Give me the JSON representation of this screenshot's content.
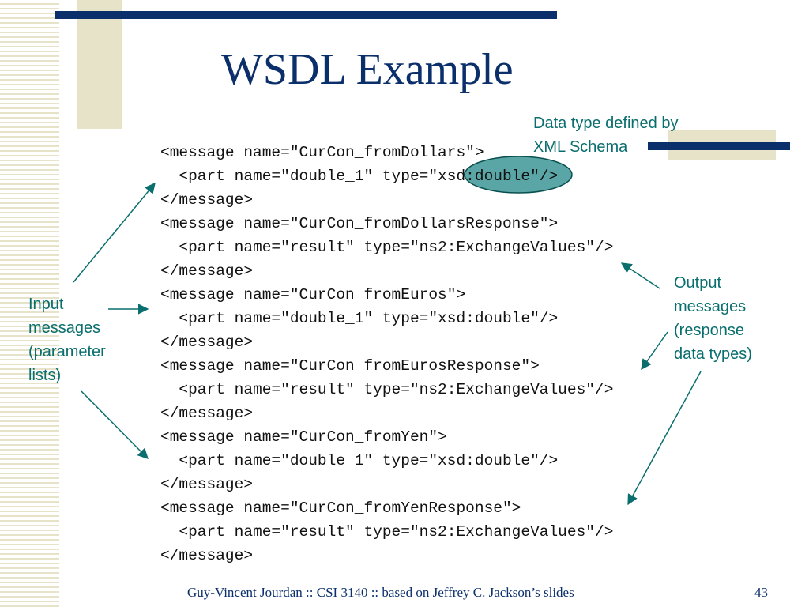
{
  "title": "WSDL Example",
  "code_lines": [
    "<message name=\"CurCon_fromDollars\">",
    "  <part name=\"double_1\" type=\"xsd:double\"/>",
    "</message>",
    "<message name=\"CurCon_fromDollarsResponse\">",
    "  <part name=\"result\" type=\"ns2:ExchangeValues\"/>",
    "</message>",
    "<message name=\"CurCon_fromEuros\">",
    "  <part name=\"double_1\" type=\"xsd:double\"/>",
    "</message>",
    "<message name=\"CurCon_fromEurosResponse\">",
    "  <part name=\"result\" type=\"ns2:ExchangeValues\"/>",
    "</message>",
    "<message name=\"CurCon_fromYen\">",
    "  <part name=\"double_1\" type=\"xsd:double\"/>",
    "</message>",
    "<message name=\"CurCon_fromYenResponse\">",
    "  <part name=\"result\" type=\"ns2:ExchangeValues\"/>",
    "</message>"
  ],
  "annotations": {
    "schema_note": [
      "Data type defined by",
      "XML Schema"
    ],
    "input_note": [
      "Input",
      "messages",
      "(parameter",
      "lists)"
    ],
    "output_note": [
      "Output",
      "messages",
      "(response",
      "data types)"
    ]
  },
  "footer": "Guy-Vincent Jourdan :: CSI 3140 :: based on Jeffrey C. Jackson’s slides",
  "page_number": "43",
  "colors": {
    "title": "#0a2f6b",
    "annotation": "#0a6e6e",
    "highlight": "#5aa6a6",
    "decoration": "#e7e3c8"
  }
}
